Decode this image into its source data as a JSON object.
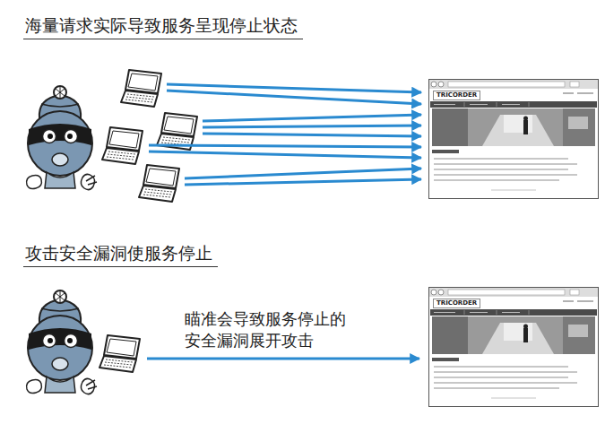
{
  "diagram": {
    "nodes": [
      {
        "text": [
          "TRICORDER"
        ]
      },
      {
        "text": [
          "TRICORDER"
        ]
      }
    ],
    "labels": [
      "海量请求实际导致服务呈现停止状态",
      "攻击安全漏洞使服务停止",
      "瞄准会导致服务停止的 安全漏洞展开攻击"
    ]
  }
}
